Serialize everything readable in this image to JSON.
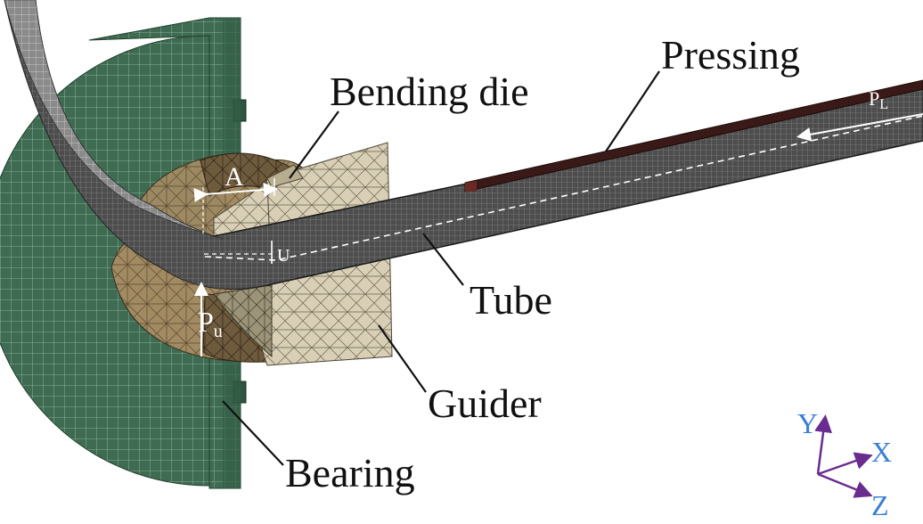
{
  "labels": {
    "pressing": "Pressing",
    "bending_die": "Bending die",
    "tube": "Tube",
    "guider": "Guider",
    "bearing": "Bearing",
    "dim_a": "A",
    "dim_u": "U",
    "force_pu": "P",
    "force_pu_sub": "u",
    "force_pl": "P",
    "force_pl_sub": "L"
  },
  "axes": {
    "y": "Y",
    "x": "X",
    "z": "Z",
    "text_color": "#3a7fd5",
    "arrow_color": "#6a2c8e"
  },
  "colors": {
    "bearing": "#3e6b52",
    "bending_die": "#a28a62",
    "guider": "#d8cfb6",
    "tube": "#4a4a4a",
    "pressing": "#3a1a18"
  }
}
